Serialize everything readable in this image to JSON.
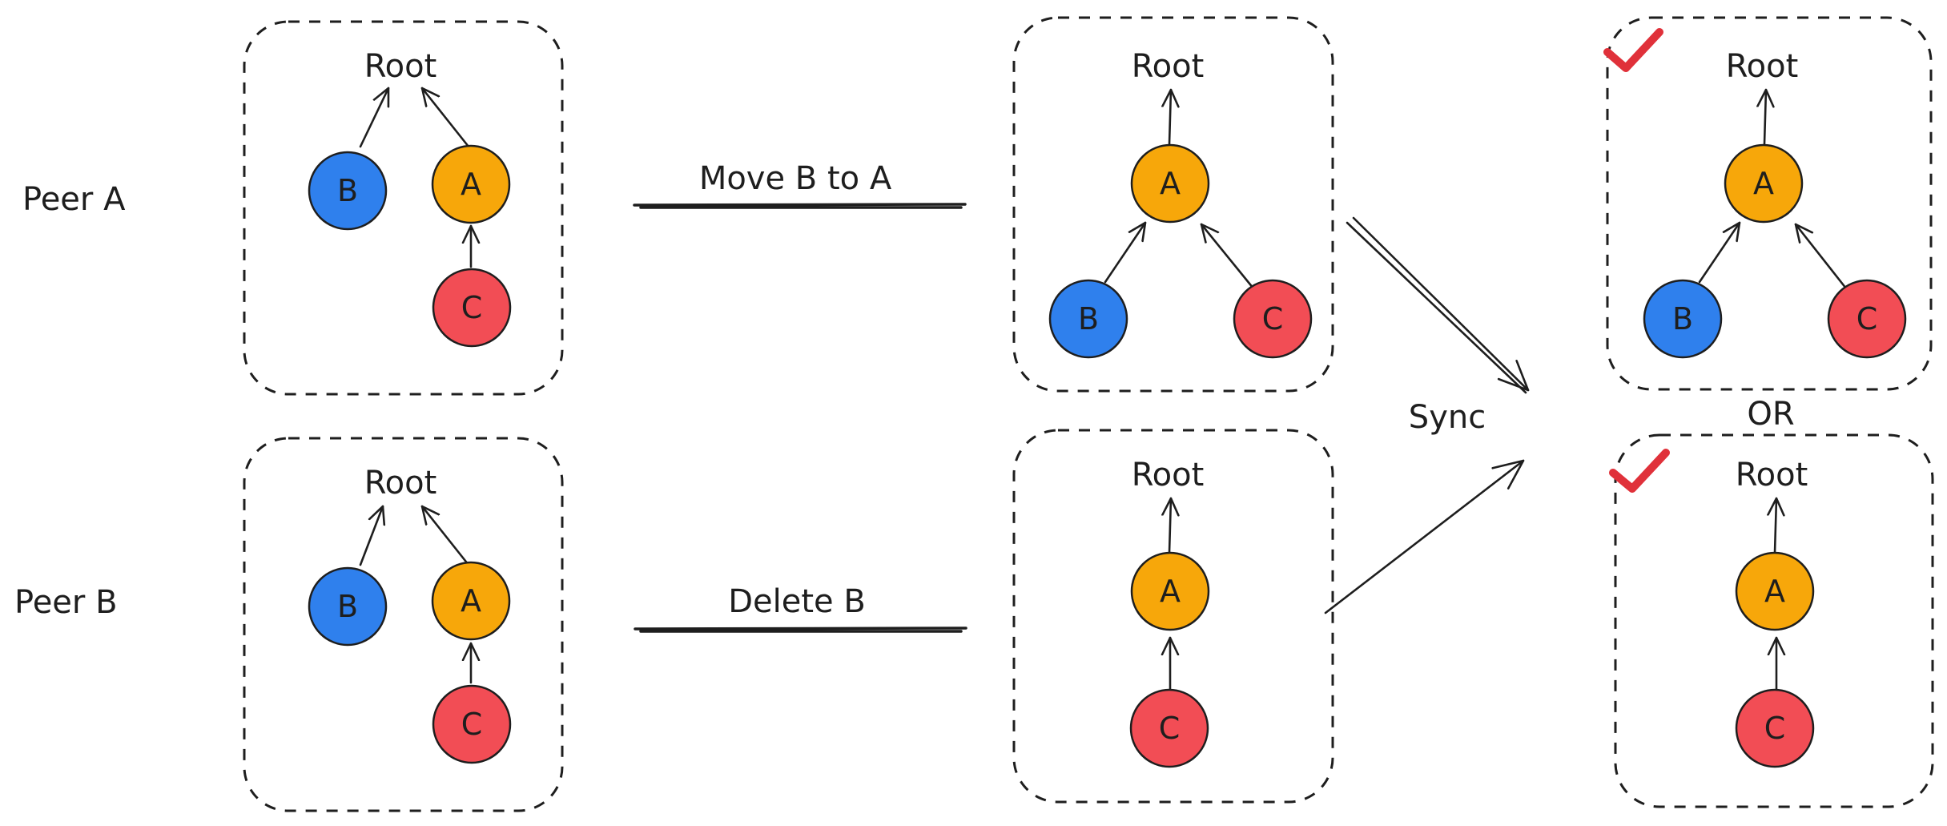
{
  "colors": {
    "blue": "#2f80ed",
    "orange": "#f7a70a",
    "red": "#f24d55",
    "stroke": "#1e1e1e",
    "check": "#e0313a"
  },
  "peers": [
    {
      "id": "peer-a",
      "label": "Peer A"
    },
    {
      "id": "peer-b",
      "label": "Peer B"
    }
  ],
  "operations": [
    {
      "id": "move",
      "label": "Move B to A"
    },
    {
      "id": "delete",
      "label": "Delete B"
    }
  ],
  "sync_label": "Sync",
  "or_label": "OR",
  "icons": {
    "check": "check-icon"
  },
  "node_labels": {
    "root": "Root",
    "a": "A",
    "b": "B",
    "c": "C"
  }
}
